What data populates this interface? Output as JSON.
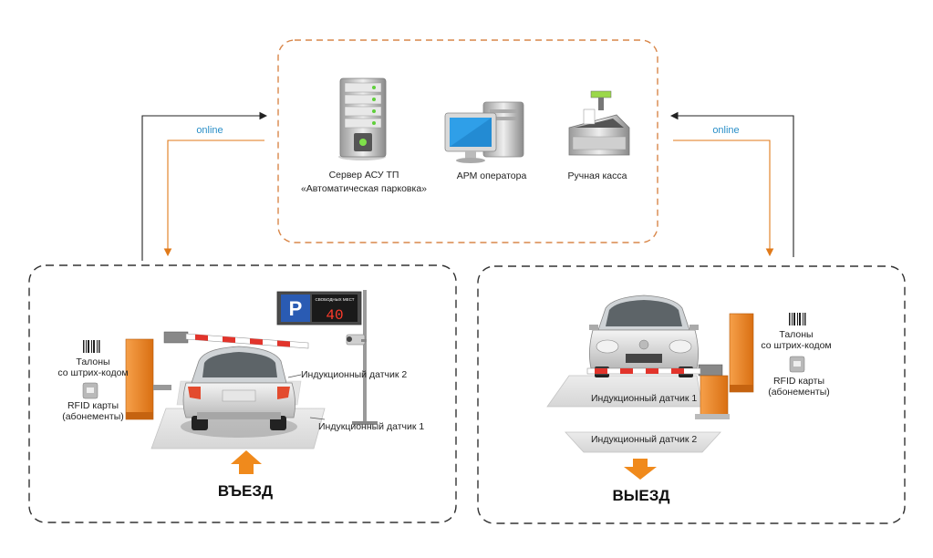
{
  "server": {
    "line1": "Сервер АСУ ТП",
    "line2": "«Автоматическая парковка»"
  },
  "arm": {
    "label": "АРМ оператора"
  },
  "kassa": {
    "label": "Ручная касса"
  },
  "online_left": "online",
  "online_right": "online",
  "entry": {
    "talony": [
      "Талоны",
      "со штрих-кодом"
    ],
    "rfid": [
      "RFID карты",
      "(абонементы)"
    ],
    "sensor2": "Индукционный датчик 2",
    "sensor1": "Индукционный датчик 1",
    "sign_letter": "P",
    "sign_head": "СВОБОДНЫХ МЕСТ",
    "sign_count": "40",
    "title": "ВЪЕЗД"
  },
  "exit": {
    "talony": [
      "Талоны",
      "со штрих-кодом"
    ],
    "rfid": [
      "RFID карты",
      "(абонементы)"
    ],
    "sensor1": "Индукционный датчик 1",
    "sensor2": "Индукционный датчик 2",
    "title": "ВЫЕЗД"
  },
  "colors": {
    "orange": "#f08a1c",
    "dash_orange": "#d9874a",
    "blue": "#2a8fc8",
    "dash_gray": "#333333"
  }
}
